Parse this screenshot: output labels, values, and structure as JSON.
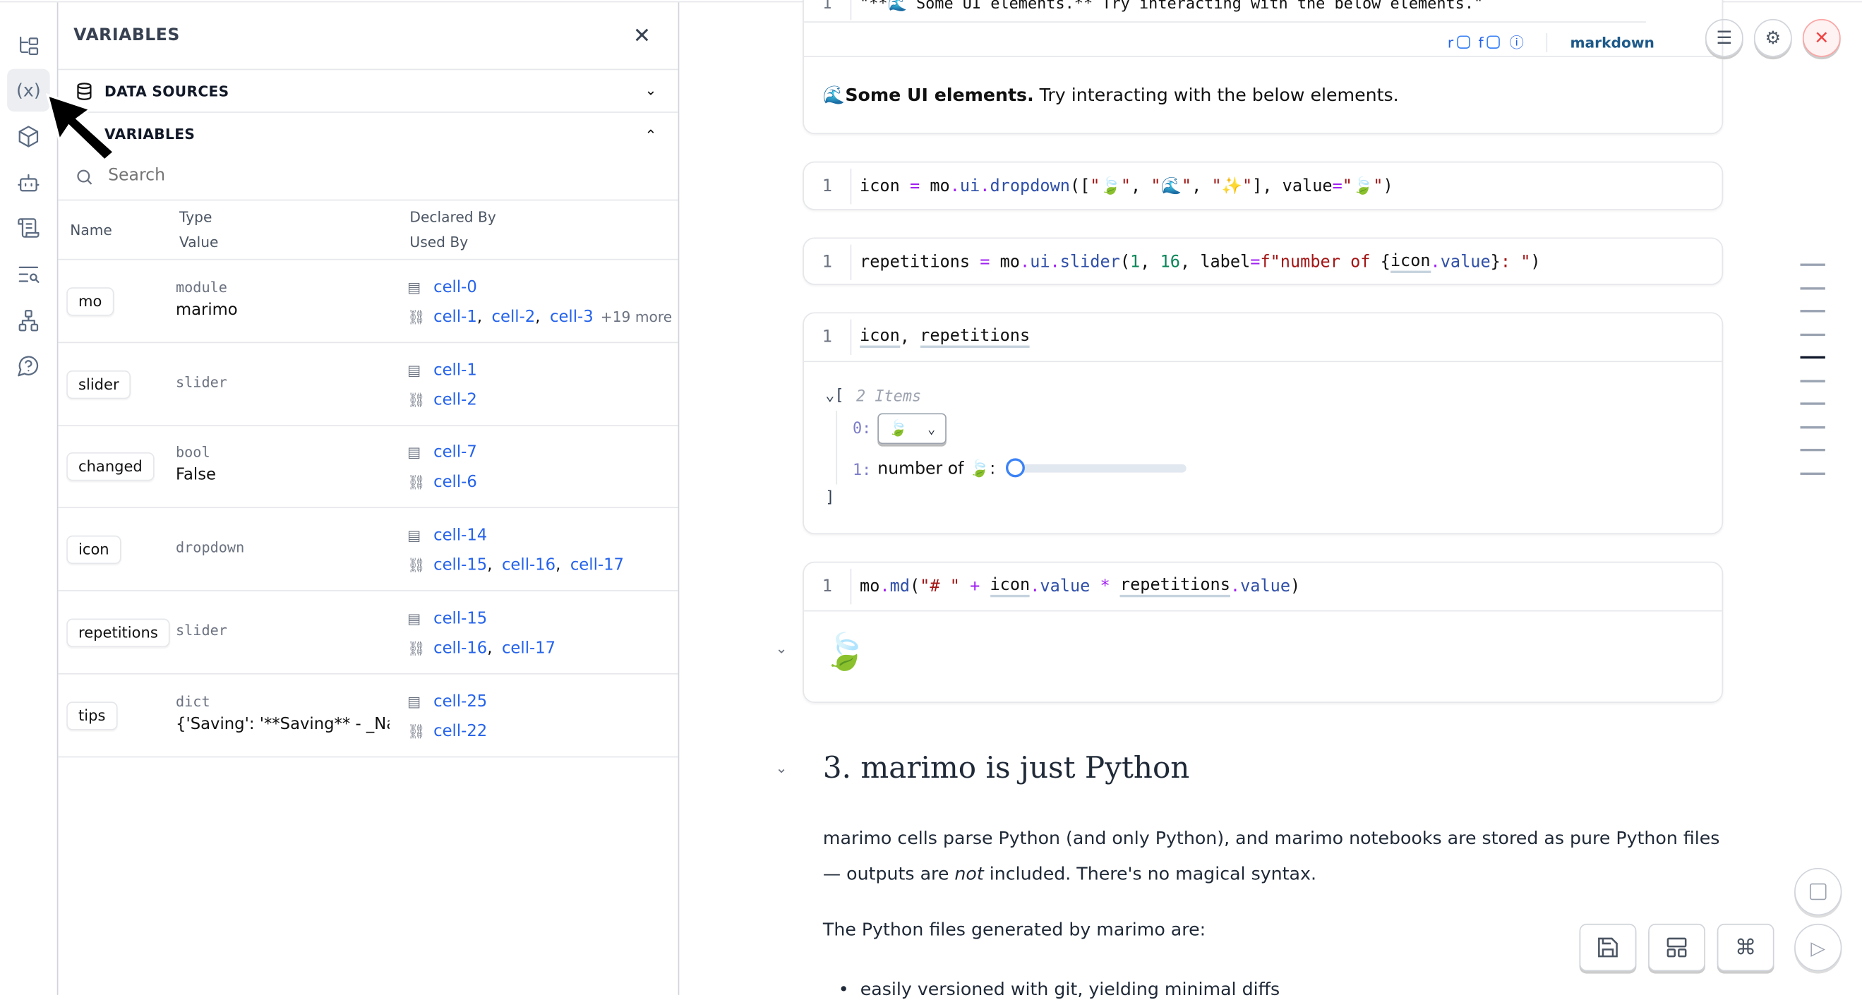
{
  "rail": {
    "icons": [
      "file-tree-icon",
      "variables-icon",
      "package-icon",
      "robot-icon",
      "scroll-icon",
      "search-list-icon",
      "dependency-graph-icon",
      "help-icon"
    ],
    "active": "variables-icon"
  },
  "panel": {
    "title": "VARIABLES",
    "close_icon": "close-icon",
    "data_sources_label": "DATA SOURCES",
    "variables_label": "VARIABLES",
    "search_placeholder": "Search",
    "columns": {
      "name": "Name",
      "type": "Type",
      "value": "Value",
      "declared_by": "Declared By",
      "used_by": "Used By"
    },
    "rows": [
      {
        "name": "mo",
        "type": "module",
        "value": "marimo",
        "declared_by": [
          "cell-0"
        ],
        "used_by": [
          "cell-1",
          "cell-2",
          "cell-3"
        ],
        "more": "+19 more"
      },
      {
        "name": "slider",
        "type": "slider",
        "value": "",
        "declared_by": [
          "cell-1"
        ],
        "used_by": [
          "cell-2"
        ]
      },
      {
        "name": "changed",
        "type": "bool",
        "value": "False",
        "declared_by": [
          "cell-7"
        ],
        "used_by": [
          "cell-6"
        ]
      },
      {
        "name": "icon",
        "type": "dropdown",
        "value": "",
        "declared_by": [
          "cell-14"
        ],
        "used_by": [
          "cell-15",
          "cell-16",
          "cell-17"
        ]
      },
      {
        "name": "repetitions",
        "type": "slider",
        "value": "",
        "declared_by": [
          "cell-15"
        ],
        "used_by": [
          "cell-16",
          "cell-17"
        ]
      },
      {
        "name": "tips",
        "type": "dict",
        "value": "{'Saving': '**Saving** - _Na...",
        "declared_by": [
          "cell-25"
        ],
        "used_by": [
          "cell-22"
        ]
      }
    ]
  },
  "notebook": {
    "top_cell": {
      "code_partial": "\"**🌊 Some UI elements.** Try interacting with the below elements.\"",
      "toolbar_flags": [
        "r",
        "f"
      ],
      "language": "markdown",
      "output_emoji": "🌊",
      "output_bold": "Some UI elements.",
      "output_rest": " Try interacting with the below elements."
    },
    "cells": [
      {
        "line": "1",
        "tokens": [
          [
            "icon",
            "plain"
          ],
          [
            " ",
            "plain"
          ],
          [
            "=",
            "op"
          ],
          [
            " mo",
            "plain"
          ],
          [
            ".",
            "op"
          ],
          [
            "ui",
            "attr"
          ],
          [
            ".",
            "op"
          ],
          [
            "dropdown",
            "attr"
          ],
          [
            "([",
            "plain"
          ],
          [
            "\"🍃\"",
            "str"
          ],
          [
            ", ",
            "plain"
          ],
          [
            "\"🌊\"",
            "str"
          ],
          [
            ", ",
            "plain"
          ],
          [
            "\"✨\"",
            "str"
          ],
          [
            "], value",
            "plain"
          ],
          [
            "=",
            "op"
          ],
          [
            "\"🍃\"",
            "str"
          ],
          [
            ")",
            "plain"
          ]
        ]
      },
      {
        "line": "1",
        "tokens": [
          [
            "repetitions",
            "plain"
          ],
          [
            " ",
            "plain"
          ],
          [
            "=",
            "op"
          ],
          [
            " mo",
            "plain"
          ],
          [
            ".",
            "op"
          ],
          [
            "ui",
            "attr"
          ],
          [
            ".",
            "op"
          ],
          [
            "slider",
            "attr"
          ],
          [
            "(",
            "plain"
          ],
          [
            "1",
            "num"
          ],
          [
            ", ",
            "plain"
          ],
          [
            "16",
            "num"
          ],
          [
            ", label",
            "plain"
          ],
          [
            "=",
            "op"
          ],
          [
            "f\"number of ",
            "str"
          ],
          [
            "{",
            "plain"
          ],
          [
            "icon",
            "ref"
          ],
          [
            ".",
            "op"
          ],
          [
            "value",
            "attr"
          ],
          [
            "}",
            "plain"
          ],
          [
            ": \"",
            "str"
          ],
          [
            ")",
            "plain"
          ]
        ]
      },
      {
        "line": "1",
        "tokens": [
          [
            "icon",
            "ref"
          ],
          [
            ", ",
            "plain"
          ],
          [
            "repetitions",
            "ref"
          ]
        ]
      },
      {
        "line": "1",
        "tokens": [
          [
            "mo",
            "plain"
          ],
          [
            ".",
            "op"
          ],
          [
            "md",
            "attr"
          ],
          [
            "(",
            "plain"
          ],
          [
            "\"# \"",
            "str"
          ],
          [
            " ",
            "plain"
          ],
          [
            "+",
            "op"
          ],
          [
            " ",
            "plain"
          ],
          [
            "icon",
            "ref"
          ],
          [
            ".",
            "op"
          ],
          [
            "value",
            "attr"
          ],
          [
            " ",
            "plain"
          ],
          [
            "*",
            "op"
          ],
          [
            " ",
            "plain"
          ],
          [
            "repetitions",
            "ref"
          ],
          [
            ".",
            "op"
          ],
          [
            "value",
            "attr"
          ],
          [
            ")",
            "plain"
          ]
        ]
      }
    ],
    "tree": {
      "open": "[",
      "count": "2 Items",
      "item0_key": "0:",
      "item0_value": "🍃",
      "item1_key": "1:",
      "item1_label": "number of 🍃:",
      "slider_value": 1,
      "slider_min": 1,
      "slider_max": 16,
      "close": "]"
    },
    "md_output": "🍃",
    "heading": "3. marimo is just Python",
    "para1_a": "marimo cells parse Python (and only Python), and marimo notebooks are stored as pure Python files",
    "para1_b_1": "— outputs are ",
    "para1_b_em": "not",
    "para1_b_2": " included. There's no magical syntax.",
    "para2": "The Python files generated by marimo are:",
    "bullet1": "easily versioned with git, yielding minimal diffs"
  },
  "top_right_buttons": [
    "menu-icon",
    "settings-icon",
    "close-icon"
  ],
  "bottom_buttons": [
    "save-icon",
    "layout-icon",
    "command-icon"
  ],
  "colors": {
    "link": "#2563eb",
    "accent": "#3b82f6",
    "danger": "#ef4444"
  }
}
